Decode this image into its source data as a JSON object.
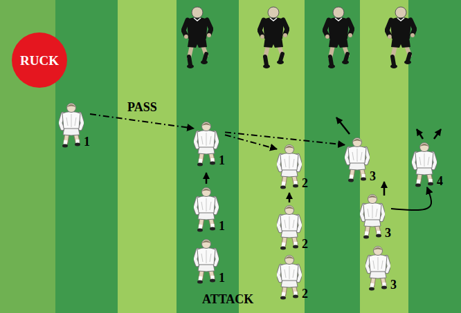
{
  "diagram": {
    "nodes": [
      {
        "text": [
          "RUCK"
        ]
      },
      {
        "text": [
          "1"
        ]
      },
      {
        "text": [
          "1"
        ]
      },
      {
        "text": [
          "2"
        ]
      },
      {
        "text": [
          "3"
        ]
      },
      {
        "text": [
          "4"
        ]
      },
      {
        "text": [
          "1"
        ]
      },
      {
        "text": [
          "2"
        ]
      },
      {
        "text": [
          "3"
        ]
      },
      {
        "text": [
          "1"
        ]
      },
      {
        "text": [
          "2"
        ]
      },
      {
        "text": [
          "3"
        ]
      }
    ],
    "edges": [
      {
        "from": 1,
        "to": 2,
        "label": "PASS",
        "arrow": "to"
      },
      {
        "from": 2,
        "to": 3,
        "arrow": "to"
      },
      {
        "from": 2,
        "to": 4,
        "arrow": "to"
      },
      {
        "from": 8,
        "to": 5,
        "arrow": "to"
      }
    ],
    "labels": [
      "ATTACK"
    ]
  }
}
